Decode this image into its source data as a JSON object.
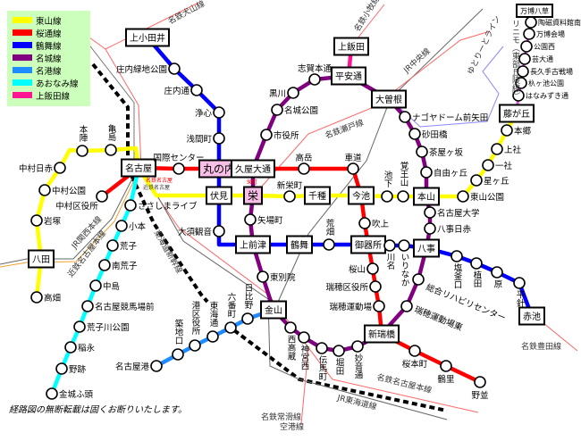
{
  "legend": [
    {
      "label": "東山線",
      "color": "#ffff00"
    },
    {
      "label": "桜通線",
      "color": "#ff0000"
    },
    {
      "label": "鶴舞線",
      "color": "#0000ff"
    },
    {
      "label": "名城線",
      "color": "#800080"
    },
    {
      "label": "名港線",
      "color": "#1e8cff"
    },
    {
      "label": "あおなみ線",
      "color": "#00ffff"
    },
    {
      "label": "上飯田線",
      "color": "#ff1493"
    }
  ],
  "colors": {
    "legend_bg": "#ccffbb",
    "station_box_highlight": "#f8bfe6",
    "linimo": "#ee44ee"
  },
  "stations": {
    "nakamuranisseki": "中村日赤",
    "nakamurakoen": "中村公園",
    "iwatsuka": "岩塚",
    "hatta": "八田",
    "takabata": "高畑",
    "honjin": "本陣",
    "kamejima": "亀島",
    "nagoya": "名古屋",
    "fushimi": "伏見",
    "sakae": "栄",
    "shinsakaemachi": "新栄町",
    "chikusa": "千種",
    "imaike": "今池",
    "ikeshita": "池下",
    "kakuozan": "覚王山",
    "motoyama": "本山",
    "higashiyamakoen": "東山公園",
    "hoshigaoka": "星ヶ丘",
    "issha": "一社",
    "kamiyashiro": "上社",
    "hongo": "本郷",
    "fujigaoka": "藤が丘",
    "nakamurakuyakusho": "中村区役所",
    "kokusai": "国際センター",
    "marunouchi": "丸の内",
    "hisaya": "久屋大通",
    "takaoka": "高岳",
    "kurumamichi": "車道",
    "fukiage": "吹上",
    "gokiso": "御器所",
    "sakurayama": "桜山",
    "mizuhokuyakusho": "瑞穂区役所",
    "mizuhoundojo": "瑞穂運動場",
    "aratamabashi": "新瑞橋",
    "sakuragicho": "桜本町",
    "tsurusato": "鶴里",
    "nonami": "野並",
    "kamiotai": "上小田井",
    "shonairyokuchi": "庄内緑地公園",
    "shonaidori": "庄内通",
    "joshin": "浄心",
    "sengencho": "浅間町",
    "osukannon": "大須観音",
    "kamimaezu": "上前津",
    "tsurumai": "鶴舞",
    "arahata": "荒畑",
    "kawana": "川名",
    "irinaka": "いりなか",
    "yagoto": "八事",
    "shiogamaguchi": "塩釜口",
    "ueda": "植田",
    "hara": "原",
    "hirabari": "平針",
    "akaike": "赤池",
    "yabacho": "矢場町",
    "higashibetsuin": "東別院",
    "kanayama": "金山",
    "nishitakakura": "西高蔵",
    "jinguunishi": "神宮西",
    "temmacho": "伝馬町",
    "horita": "堀田",
    "myoondori": "妙音通",
    "mizuhoundojohigashi": "瑞穂運動場東",
    "sogorihabiri": "総合リハビリセンター",
    "yagotonisseki": "八事日赤",
    "nagoyadaigaku": "名古屋大学",
    "jiyugaoka": "自由ヶ丘",
    "chayagasaka": "茶屋ヶ坂",
    "sunadabashi": "砂田橋",
    "nagoyadome": "ナゴヤドーム前矢田",
    "ozone": "大曽根",
    "heiando": "平安通",
    "shigahondori": "志賀本通",
    "kurokawa": "黒川",
    "meijokoen": "名城公園",
    "shiyakusho": "市役所",
    "hibino": "日比野",
    "rokubancho": "六番町",
    "tokaidori": "東海通",
    "minatokuyakusho": "港区役所",
    "tsukijiguchi": "築地口",
    "nagoyako": "名古屋港",
    "sasashima": "ささしまライブ",
    "komoto": "小本",
    "arako": "荒子",
    "minamiarako": "南荒子",
    "nakajima": "中島",
    "keibajo": "名古屋競馬場前",
    "arakogawakoen": "荒子川公園",
    "inae": "稲永",
    "noseki": "野跡",
    "kinjofuto": "金城ふ頭",
    "kamiiida": "上飯田",
    "hanamizuki": "はなみずき通",
    "iriga": "杁ヶ池公園",
    "nagakute": "長久手古戦場",
    "geidai": "芸大通",
    "koennishi": "公園西",
    "bampakukaijo": "万博会場",
    "tojishiryokan": "陶磁資料館南",
    "bampakuyakusa": "万博八草"
  },
  "other_lines": {
    "meitetsu_inuyama": "名鉄犬山線",
    "meitetsu_komaki": "名鉄小牧線",
    "jr_chuo": "JR中央線",
    "meitetsu_seto": "名鉄瀬戸線",
    "yutorito": "ゆとりーとライン",
    "linimo": "リニモ（東部丘陵線）",
    "jr_kansai": "JR関西本線",
    "kintetsu": "近鉄名古屋本線",
    "shinkansen": "東海道新幹線",
    "meitetsu_nagoya": "名鉄名古屋本線",
    "jr_tokaido": "JR東海道線",
    "meitetsu_tokoname": "名鉄常滑線",
    "kuko": "空港線",
    "meitetsu_toyota": "名鉄豊田線",
    "meitetsu_nagoya_sta": "名鉄名古屋",
    "kintetsu_nagoya_sta": "近鉄名古屋",
    "sakaemachi": "栄町"
  },
  "footer": "経路図の無断転載は固くお断りいたします。"
}
